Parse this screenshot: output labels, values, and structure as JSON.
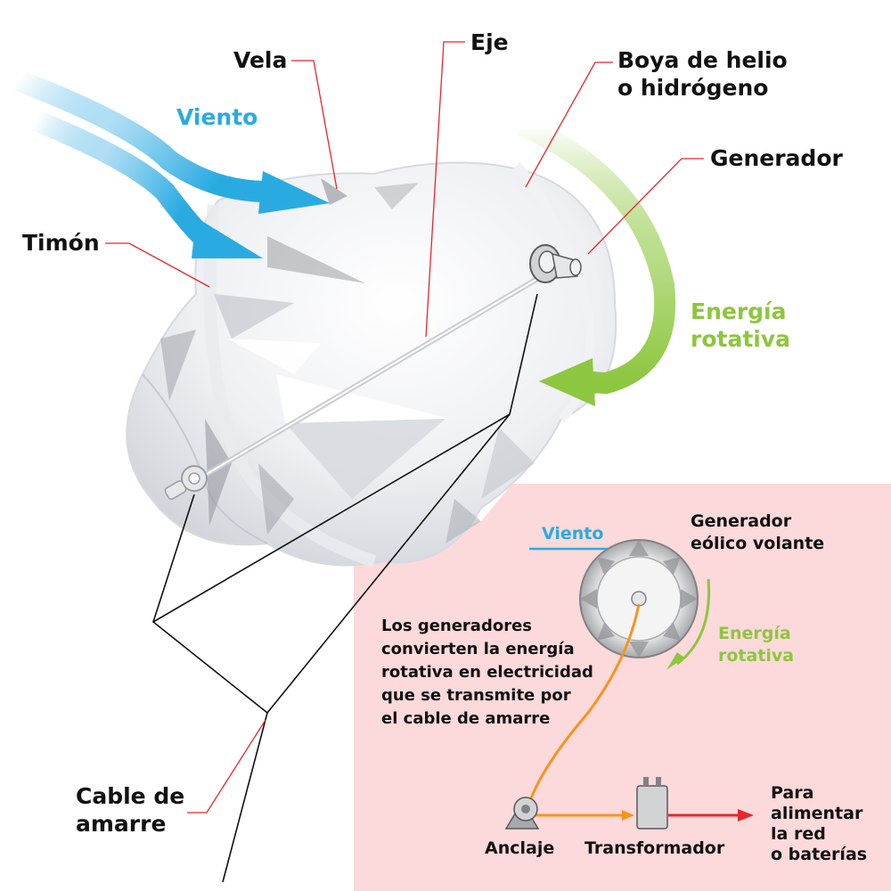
{
  "labels": {
    "vela": "Vela",
    "eje": "Eje",
    "boya": "Boya de helio",
    "boya2": "o hidrógeno",
    "viento": "Viento",
    "generador": "Generador",
    "timon": "Timón",
    "energia": "Energía",
    "rotativa": "rotativa",
    "cable": "Cable de",
    "cable2": "amarre"
  },
  "inset": {
    "viento": "Viento",
    "generador": "Generador",
    "generador2": "eólico volante",
    "energia": "Energía",
    "rotativa": "rotativa",
    "note": [
      "Los generadores",
      "convierten la energía",
      "rotativa en electricidad",
      "que se transmite por",
      "el cable de amarre"
    ],
    "anclaje": "Anclaje",
    "transformador": "Transformador",
    "para": [
      "Para",
      "alimentar",
      "la red",
      "o baterías"
    ]
  },
  "colors": {
    "wind": "#29abe2",
    "rotation": "#8dc63f",
    "inset_bg": "#fcd9da",
    "leader": "#e8262c",
    "power": "#f7941d",
    "output": "#e8262c"
  }
}
